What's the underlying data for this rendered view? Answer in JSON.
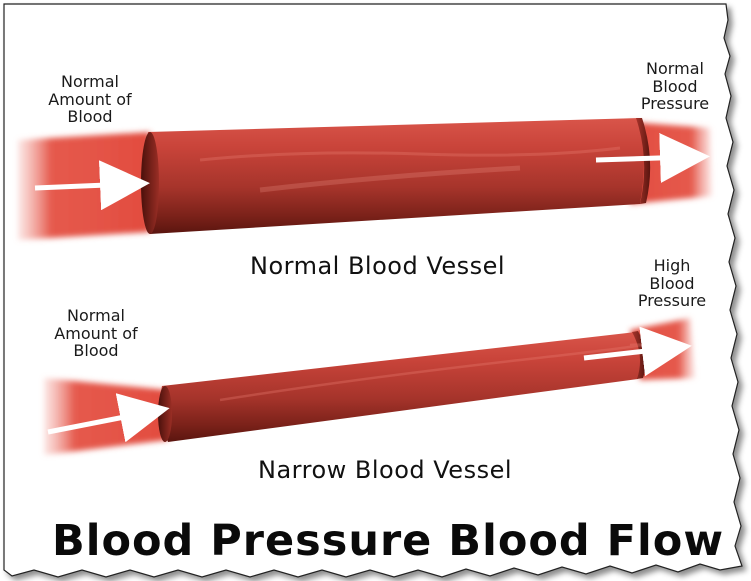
{
  "top_diagram": {
    "inflow_label": [
      "Normal",
      "Amount of",
      "Blood"
    ],
    "outflow_label": [
      "Normal",
      "Blood",
      "Pressure"
    ],
    "caption": "Normal Blood Vessel"
  },
  "bottom_diagram": {
    "inflow_label": [
      "Normal",
      "Amount of",
      "Blood"
    ],
    "outflow_label": [
      "High",
      "Blood",
      "Pressure"
    ],
    "caption": "Narrow Blood Vessel"
  },
  "title": "Blood Pressure Blood Flow",
  "colors": {
    "vessel": "#c0392b",
    "vessel_dark": "#6e1a14",
    "flow_glow": "#e8574a",
    "arrow": "#ffffff",
    "border": "#222222"
  }
}
